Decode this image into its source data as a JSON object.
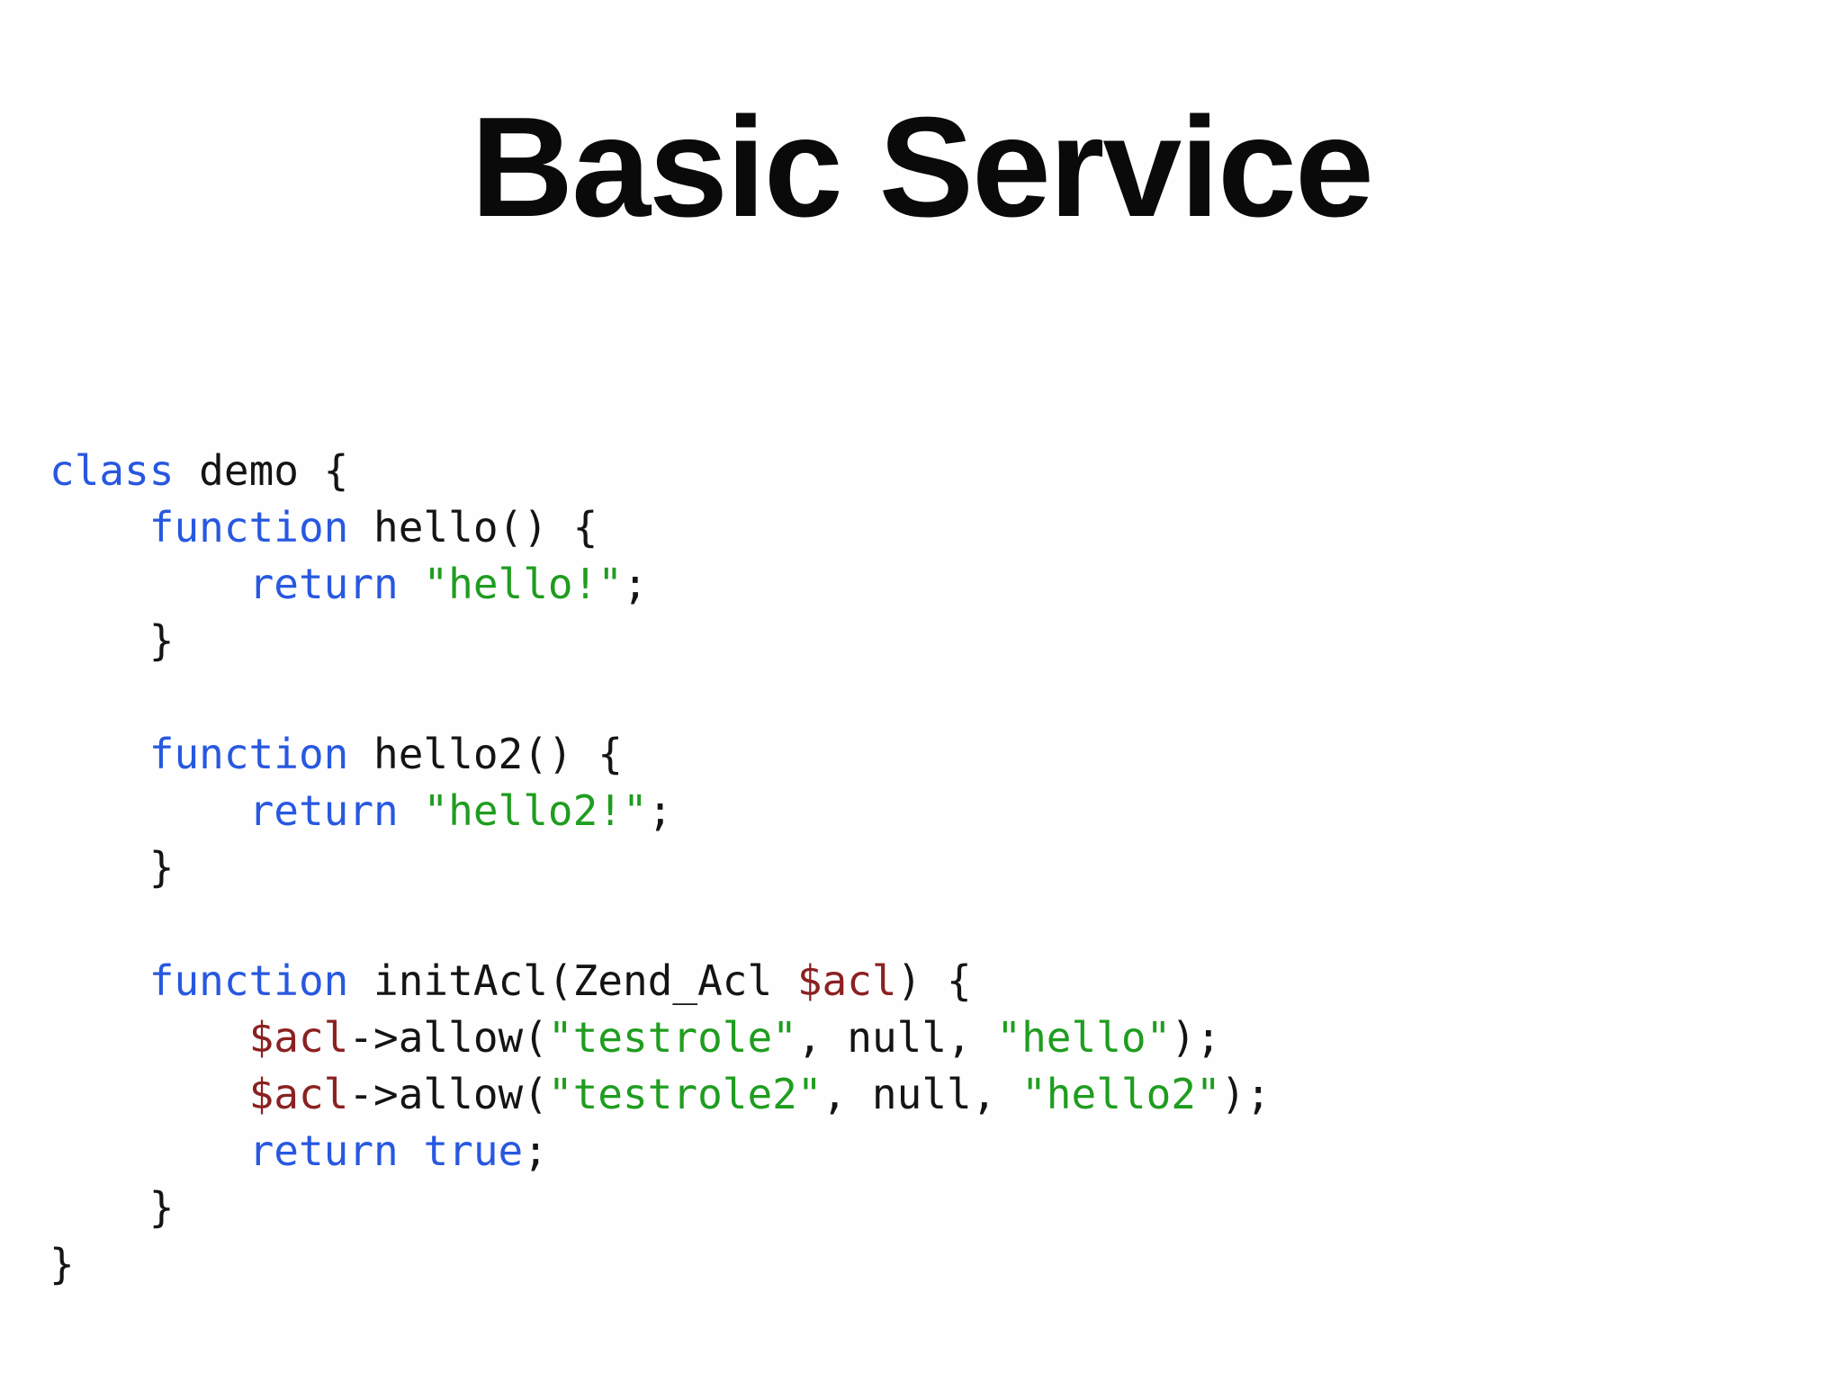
{
  "slide": {
    "title": "Basic Service",
    "background": "#fefefe"
  },
  "colors": {
    "keyword": "#2858e0",
    "string": "#1f9d1f",
    "variable": "#8b2121",
    "plain": "#141414",
    "title_text": "#0a0a0a"
  },
  "code": {
    "language": "php",
    "lines": [
      [
        {
          "t": "class",
          "c": "keyword"
        },
        {
          "t": " demo {",
          "c": "plain"
        }
      ],
      [
        {
          "t": "    ",
          "c": "plain"
        },
        {
          "t": "function",
          "c": "keyword"
        },
        {
          "t": " hello() {",
          "c": "plain"
        }
      ],
      [
        {
          "t": "        ",
          "c": "plain"
        },
        {
          "t": "return",
          "c": "keyword"
        },
        {
          "t": " ",
          "c": "plain"
        },
        {
          "t": "\"hello!\"",
          "c": "string"
        },
        {
          "t": ";",
          "c": "plain"
        }
      ],
      [
        {
          "t": "    }",
          "c": "plain"
        }
      ],
      [],
      [
        {
          "t": "    ",
          "c": "plain"
        },
        {
          "t": "function",
          "c": "keyword"
        },
        {
          "t": " hello2() {",
          "c": "plain"
        }
      ],
      [
        {
          "t": "        ",
          "c": "plain"
        },
        {
          "t": "return",
          "c": "keyword"
        },
        {
          "t": " ",
          "c": "plain"
        },
        {
          "t": "\"hello2!\"",
          "c": "string"
        },
        {
          "t": ";",
          "c": "plain"
        }
      ],
      [
        {
          "t": "    }",
          "c": "plain"
        }
      ],
      [],
      [
        {
          "t": "    ",
          "c": "plain"
        },
        {
          "t": "function",
          "c": "keyword"
        },
        {
          "t": " initAcl(Zend_Acl ",
          "c": "plain"
        },
        {
          "t": "$acl",
          "c": "variable"
        },
        {
          "t": ") {",
          "c": "plain"
        }
      ],
      [
        {
          "t": "        ",
          "c": "plain"
        },
        {
          "t": "$acl",
          "c": "variable"
        },
        {
          "t": "->allow(",
          "c": "plain"
        },
        {
          "t": "\"testrole\"",
          "c": "string"
        },
        {
          "t": ", null, ",
          "c": "plain"
        },
        {
          "t": "\"hello\"",
          "c": "string"
        },
        {
          "t": ");",
          "c": "plain"
        }
      ],
      [
        {
          "t": "        ",
          "c": "plain"
        },
        {
          "t": "$acl",
          "c": "variable"
        },
        {
          "t": "->allow(",
          "c": "plain"
        },
        {
          "t": "\"testrole2\"",
          "c": "string"
        },
        {
          "t": ", null, ",
          "c": "plain"
        },
        {
          "t": "\"hello2\"",
          "c": "string"
        },
        {
          "t": ");",
          "c": "plain"
        }
      ],
      [
        {
          "t": "        ",
          "c": "plain"
        },
        {
          "t": "return",
          "c": "keyword"
        },
        {
          "t": " ",
          "c": "plain"
        },
        {
          "t": "true",
          "c": "keyword"
        },
        {
          "t": ";",
          "c": "plain"
        }
      ],
      [
        {
          "t": "    }",
          "c": "plain"
        }
      ],
      [
        {
          "t": "}",
          "c": "plain"
        }
      ]
    ]
  }
}
